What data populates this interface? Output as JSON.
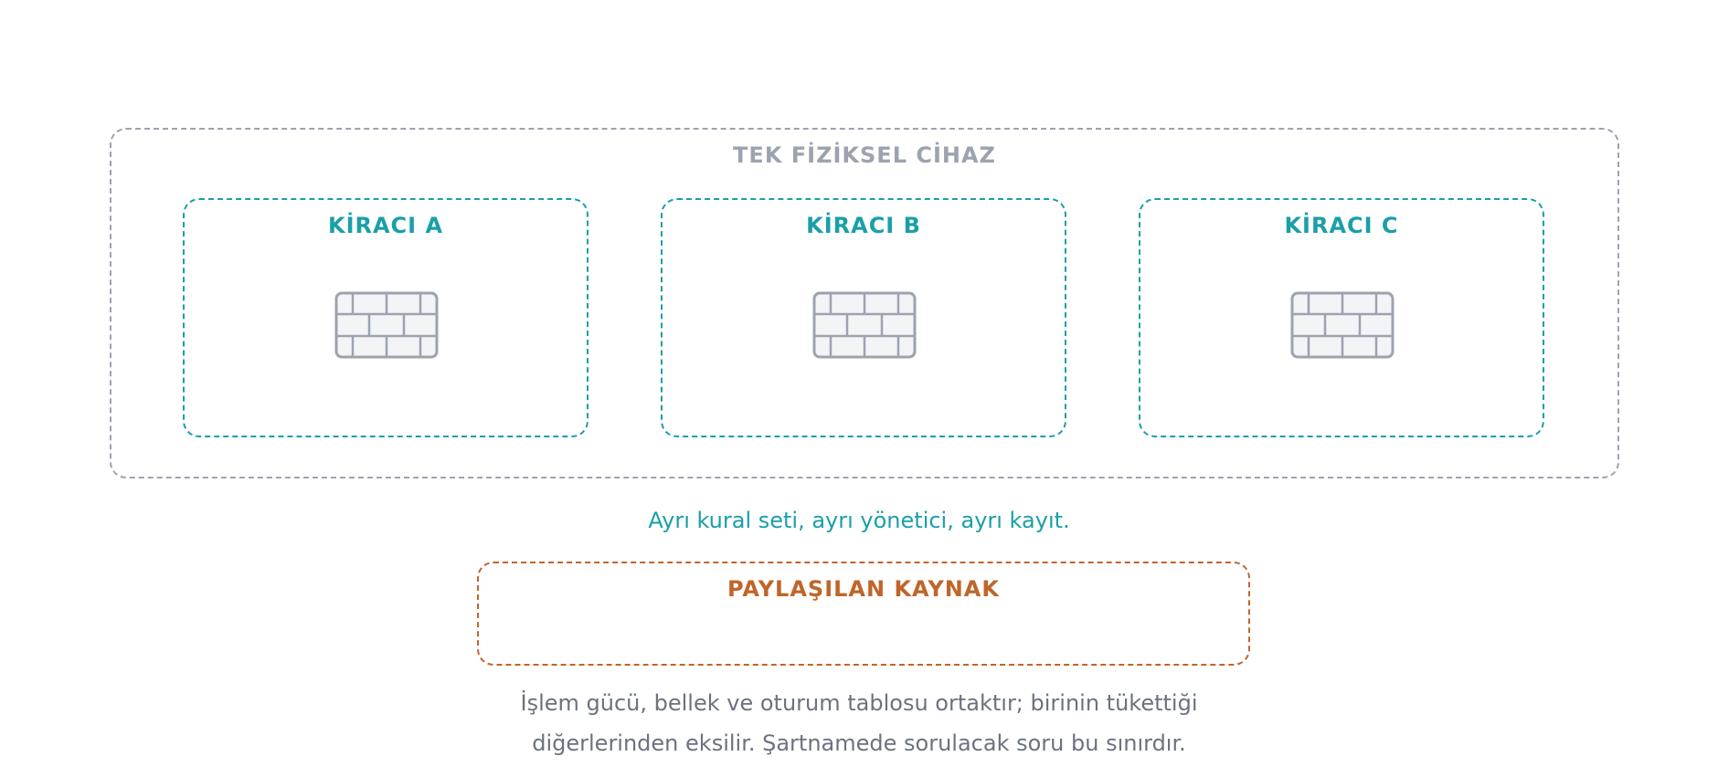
{
  "device": {
    "label": "TEK FİZİKSEL CİHAZ"
  },
  "tenants": [
    {
      "label": "KİRACI A",
      "icon": "firewall-icon"
    },
    {
      "label": "KİRACI B",
      "icon": "firewall-icon"
    },
    {
      "label": "KİRACI C",
      "icon": "firewall-icon"
    }
  ],
  "tenant_caption": "Ayrı kural seti, ayrı yönetici, ayrı kayıt.",
  "shared": {
    "label": "PAYLAŞILAN KAYNAK"
  },
  "note": {
    "line1": "İşlem gücü, bellek ve oturum tablosu ortaktır; birinin tükettiği",
    "line2": "diğerlerinden eksilir. Şartnamede sorulacak soru bu sınırdır."
  },
  "colors": {
    "device": "#9ca3af",
    "tenant": "#1a9fa8",
    "shared": "#c0652a",
    "note": "#6b7280",
    "firewall_fill": "#f3f4f6",
    "firewall_stroke": "#9ca3af"
  }
}
